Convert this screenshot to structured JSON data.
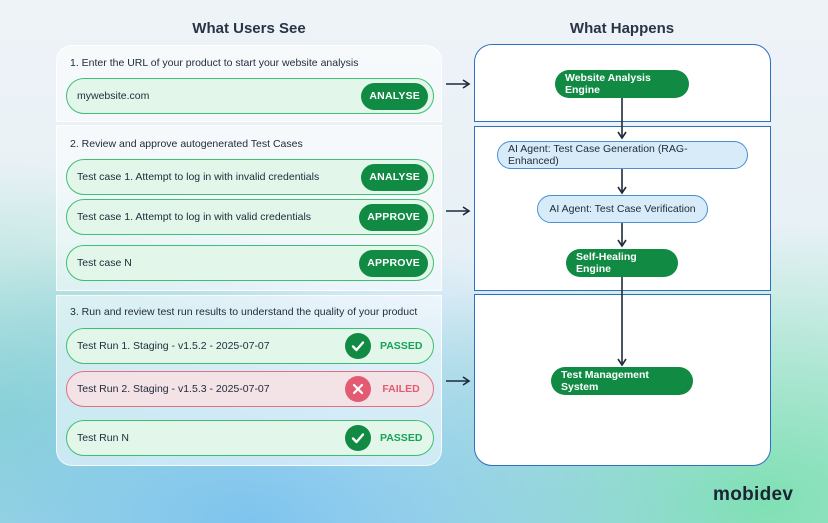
{
  "left_title": "What Users See",
  "right_title": "What Happens",
  "section1": {
    "title": "1. Enter the URL of your product to start your website analysis",
    "rows": [
      {
        "label": "mywebsite.com",
        "action": "ANALYSE"
      }
    ]
  },
  "section2": {
    "title": "2. Review and approve autogenerated Test Cases",
    "rows": [
      {
        "label": "Test case 1. Attempt to log in with invalid credentials",
        "action": "ANALYSE"
      },
      {
        "label": "Test case 1. Attempt to log in with valid credentials",
        "action": "APPROVE"
      },
      {
        "label": "Test case N",
        "action": "APPROVE"
      }
    ]
  },
  "section3": {
    "title": "3. Run and review test run results to understand the quality of your product",
    "rows": [
      {
        "label": "Test Run 1. Staging - v1.5.2 - 2025-07-07",
        "status": "PASSED"
      },
      {
        "label": "Test Run 2. Staging - v1.5.3 - 2025-07-07",
        "status": "FAILED"
      },
      {
        "label": "Test Run N",
        "status": "PASSED"
      }
    ]
  },
  "flow": {
    "website_analysis_engine": "Website Analysis Engine",
    "test_case_generation": "AI Agent: Test Case Generation (RAG-Enhanced)",
    "test_case_verification": "AI Agent: Test Case Verification",
    "self_healing_engine": "Self-Healing Engine",
    "test_management_system": "Test Management System"
  },
  "logo": "mobidev",
  "colors": {
    "primary_green": "#118a43",
    "passed_green": "#15a356",
    "failed_red": "#e35b72",
    "border_blue": "#2f6fbf",
    "node_blue_fill": "#d7ebf8"
  }
}
